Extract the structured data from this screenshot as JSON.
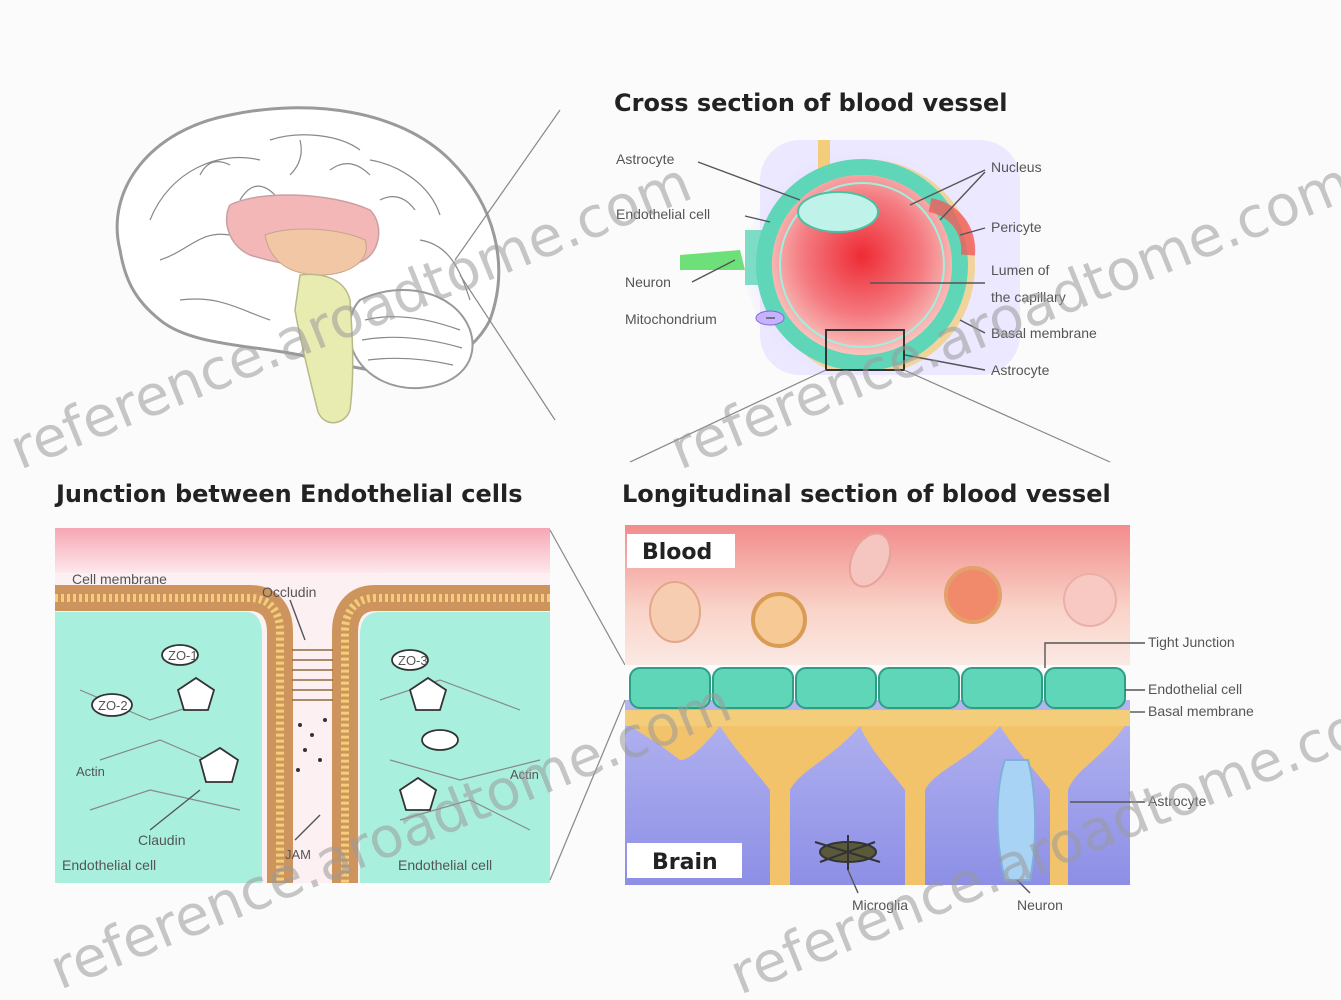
{
  "titles": {
    "cross_section": "Cross section of blood vessel",
    "junction": "Junction between Endothelial cells",
    "longitudinal": "Longitudinal section of blood vessel"
  },
  "cross_labels": {
    "astrocyte_top": "Astrocyte",
    "endothelial_cell": "Endothelial cell",
    "neuron": "Neuron",
    "mitochondrium": "Mitochondrium",
    "nucleus": "Nucleus",
    "pericyte": "Pericyte",
    "lumen_line1": "Lumen of",
    "lumen_line2": "the capillary",
    "basal_membrane": "Basal membrane",
    "astrocyte_bottom": "Astrocyte"
  },
  "junction_labels": {
    "cell_membrane": "Cell membrane",
    "occludin": "Occludin",
    "actin_left": "Actin",
    "actin_right": "Actin",
    "claudin": "Claudin",
    "jam": "JAM",
    "endothelial_left": "Endothelial cell",
    "endothelial_right": "Endothelial cell",
    "zo1": "ZO-1",
    "zo2": "ZO-2",
    "zo3": "ZO-3"
  },
  "long_labels": {
    "blood": "Blood",
    "brain": "Brain",
    "tight_junction": "Tight Junction",
    "endothelial_cell": "Endothelial cell",
    "basal_membrane": "Basal membrane",
    "astrocyte": "Astrocyte",
    "microglia": "Microglia",
    "neuron": "Neuron"
  },
  "watermark": "reference.aroadtome.com",
  "colors": {
    "endothelial": "#5fd6b8",
    "astrocyte": "#f2c36b",
    "blood": "#f28c8c",
    "brain": "#8d8fe6",
    "membrane": "#c98a4e",
    "thalamus": "#f3b7b7",
    "brainstem": "#e9ecb0"
  }
}
